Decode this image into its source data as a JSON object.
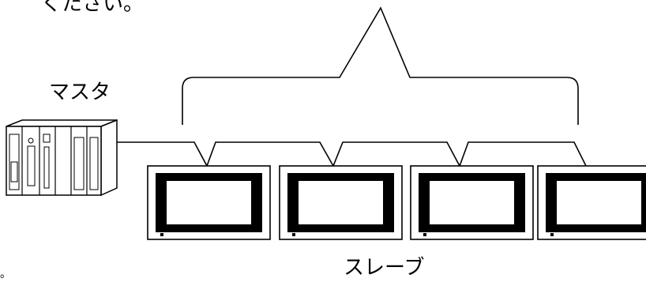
{
  "labels": {
    "top_text": "くたさい。",
    "master": "マスタ",
    "slave": "スレーブ",
    "corner_mark": "。"
  },
  "diagram": {
    "master_device": "plc-rack",
    "slave_count": 4,
    "connection": "daisy-chain bus from master to slaves",
    "line_color": "#000000",
    "background": "#ffffff"
  }
}
